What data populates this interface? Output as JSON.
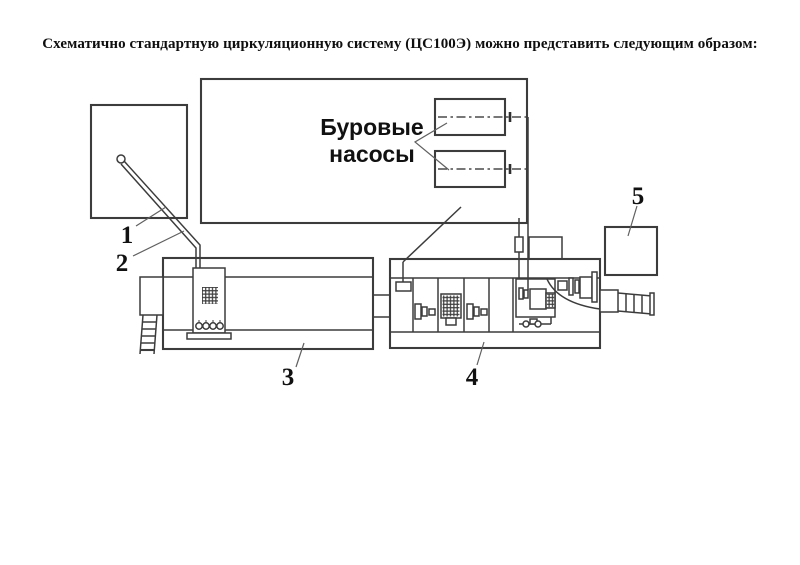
{
  "title": "Схематично стандартную циркуляционную систему (ЦС100Э) можно представить следующим образом:",
  "diagram": {
    "pumps_label": {
      "line1": "Буровые",
      "line2": "насосы"
    },
    "callouts": {
      "c1": "1",
      "c2": "2",
      "c3": "3",
      "c4": "4",
      "c5": "5"
    },
    "colors": {
      "line": "#3c3c3c",
      "text": "#0f0f0f",
      "background": "#ffffff"
    }
  }
}
